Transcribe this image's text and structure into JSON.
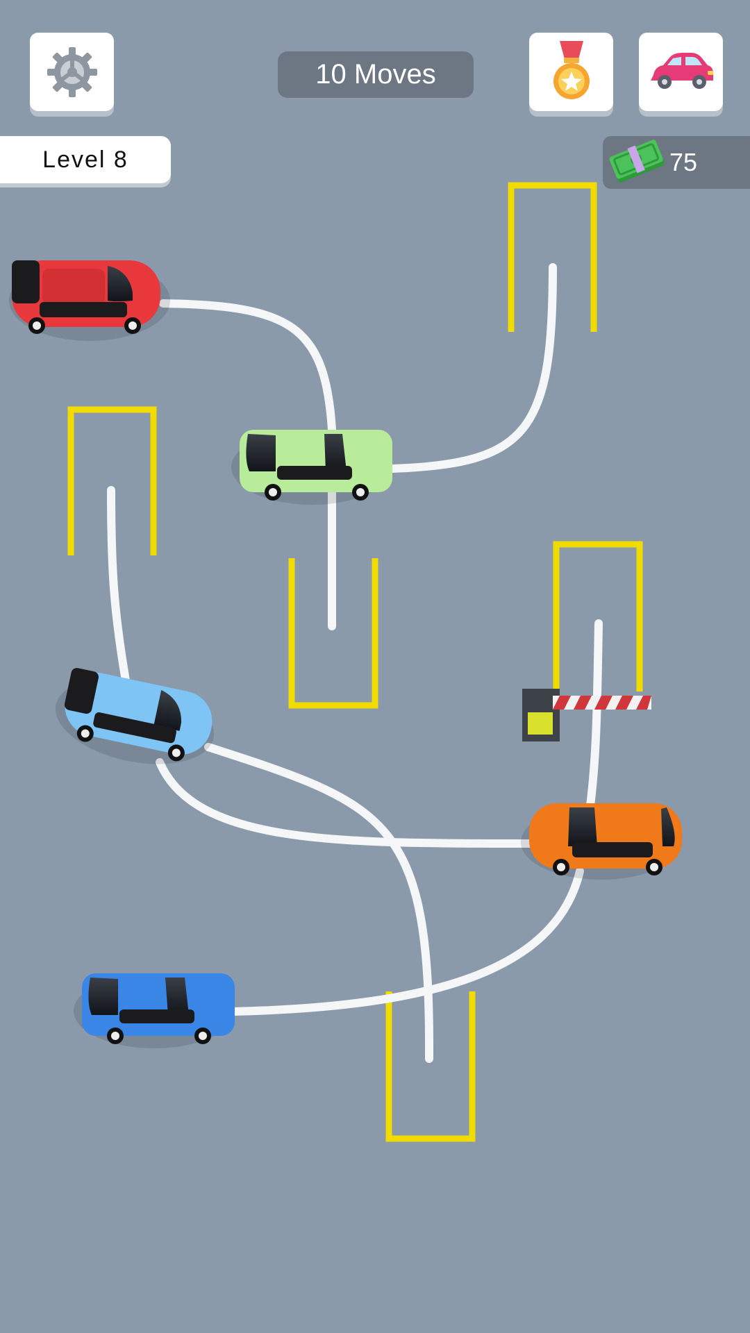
{
  "hud": {
    "moves_label": "10 Moves",
    "level_label": "Level 8",
    "cash_amount": "75",
    "settings_icon": "gear-icon",
    "achievements_icon": "medal-icon",
    "garage_icon": "car-icon",
    "cash_icon": "money-icon"
  },
  "colors": {
    "ground": "#8a9aab",
    "path": "#f4f6f8",
    "parking_lines": "#f2dc00",
    "hud_pill": "#6c7783"
  },
  "cars": [
    {
      "name": "red",
      "color": "#e8383c",
      "facing": "right"
    },
    {
      "name": "light-green",
      "color": "#b8ec9a",
      "facing": "left"
    },
    {
      "name": "light-blue",
      "color": "#7ec4f5",
      "facing": "right"
    },
    {
      "name": "orange",
      "color": "#f07a1a",
      "facing": "left"
    },
    {
      "name": "blue",
      "color": "#3a86e6",
      "facing": "left"
    }
  ],
  "parking_spots": 5,
  "barrier": {
    "present": true,
    "state": "closed"
  }
}
